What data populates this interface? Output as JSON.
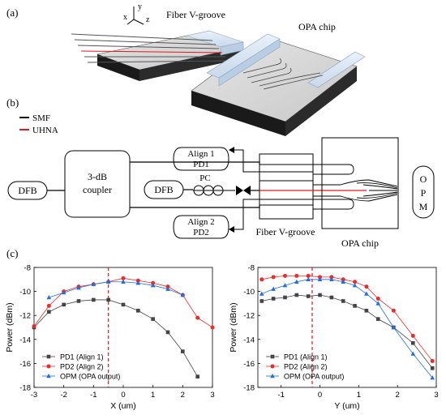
{
  "panel_a": {
    "label": "(a)",
    "fiber_label": "Fiber V-groove",
    "chip_label": "OPA chip",
    "axis_x": "x",
    "axis_y": "y",
    "axis_z": "z"
  },
  "panel_b": {
    "label": "(b)",
    "legend": [
      {
        "label": "SMF",
        "color": "#000000"
      },
      {
        "label": "UHNA",
        "color": "#e8141c"
      }
    ],
    "dfb_left": "DFB",
    "coupler_line1": "3-dB",
    "coupler_line2": "coupler",
    "dfb_mid": "DFB",
    "pc_label": "PC",
    "align1_line1": "Align 1",
    "align1_line2": "PD1",
    "align2_line1": "Align 2",
    "align2_line2": "PD2",
    "fiber_label": "Fiber V-groove",
    "chip_label": "OPA chip",
    "opm": [
      "O",
      "P",
      "M"
    ]
  },
  "panel_c": {
    "label": "(c)",
    "colors": {
      "pd1": "#444444",
      "pd2": "#ee2a2a",
      "opm": "#1e6fe0",
      "marker_line": "#e8141c"
    }
  },
  "chart_data": [
    {
      "type": "line",
      "xlabel": "X (um)",
      "ylabel": "Power (dBm)",
      "xlim": [
        -3,
        3
      ],
      "ylim": [
        -18,
        -8
      ],
      "xticks": [
        "-3",
        "-2",
        "-1",
        "0",
        "1",
        "2",
        "3"
      ],
      "yticks": [
        "-8",
        "-10",
        "-12",
        "-14",
        "-16",
        "-18"
      ],
      "marker_x": -0.5,
      "legend_position": "bottom-left",
      "series": [
        {
          "name": "PD1 (Align 1)",
          "marker": "square",
          "x": [
            -3,
            -2.5,
            -2,
            -1.5,
            -1,
            -0.5,
            0,
            0.5,
            1,
            1.5,
            2,
            2.5
          ],
          "y": [
            -13.0,
            -11.7,
            -11.1,
            -10.8,
            -10.7,
            -10.7,
            -11.1,
            -11.6,
            -12.3,
            -13.4,
            -15.0,
            -17.1
          ]
        },
        {
          "name": "PD2 (Align 2)",
          "marker": "circle",
          "x": [
            -3,
            -2.5,
            -2,
            -1.5,
            -1,
            -0.5,
            0,
            0.5,
            1,
            1.5,
            2,
            2.5,
            3
          ],
          "y": [
            -12.9,
            -11.2,
            -10.0,
            -9.6,
            -9.4,
            -9.2,
            -8.9,
            -9.1,
            -9.3,
            -9.6,
            -10.3,
            -12.2,
            -13.0
          ]
        },
        {
          "name": "OPM (OPA output)",
          "marker": "triangle",
          "x": [
            -2.5,
            -2,
            -1.5,
            -1,
            -0.5,
            0,
            0.5,
            1,
            1.5,
            2
          ],
          "y": [
            -10.5,
            -10.1,
            -9.7,
            -9.4,
            -9.2,
            -9.2,
            -9.3,
            -9.5,
            -9.8,
            -10.3
          ]
        }
      ]
    },
    {
      "type": "line",
      "xlabel": "Y (um)",
      "ylabel": "Power (dBm)",
      "xlim": [
        -1.6,
        3
      ],
      "ylim": [
        -18,
        -8
      ],
      "xticks": [
        "-1",
        "0",
        "1",
        "2",
        "3"
      ],
      "yticks": [
        "-8",
        "-10",
        "-12",
        "-14",
        "-16",
        "-18"
      ],
      "marker_x": -0.2,
      "legend_position": "bottom-left",
      "series": [
        {
          "name": "PD1 (Align 1)",
          "marker": "square",
          "x": [
            -1.5,
            -1.2,
            -0.9,
            -0.6,
            -0.3,
            0,
            0.3,
            0.6,
            0.9,
            1.2,
            1.5,
            1.9,
            2.4,
            2.9
          ],
          "y": [
            -10.8,
            -10.6,
            -10.5,
            -10.3,
            -10.4,
            -10.3,
            -10.5,
            -10.8,
            -11.2,
            -11.6,
            -12.3,
            -13.0,
            -14.3,
            -16.4
          ]
        },
        {
          "name": "PD2 (Align 2)",
          "marker": "circle",
          "x": [
            -1.5,
            -1.2,
            -0.9,
            -0.6,
            -0.3,
            0,
            0.3,
            0.6,
            0.9,
            1.2,
            1.5,
            1.9,
            2.4,
            2.9
          ],
          "y": [
            -9.0,
            -8.8,
            -8.7,
            -8.7,
            -8.7,
            -8.8,
            -8.8,
            -9.0,
            -9.2,
            -9.6,
            -10.6,
            -11.6,
            -13.7,
            -15.8
          ]
        },
        {
          "name": "OPM (OPA output)",
          "marker": "triangle",
          "x": [
            -1.5,
            -1.2,
            -0.9,
            -0.6,
            -0.3,
            0,
            0.3,
            0.6,
            0.9,
            1.2,
            1.5,
            1.9,
            2.4,
            2.9
          ],
          "y": [
            -10.2,
            -9.8,
            -9.5,
            -9.2,
            -9.0,
            -9.0,
            -9.0,
            -9.2,
            -9.5,
            -10.2,
            -11.0,
            -13.0,
            -15.2,
            -17.2
          ]
        }
      ]
    }
  ]
}
